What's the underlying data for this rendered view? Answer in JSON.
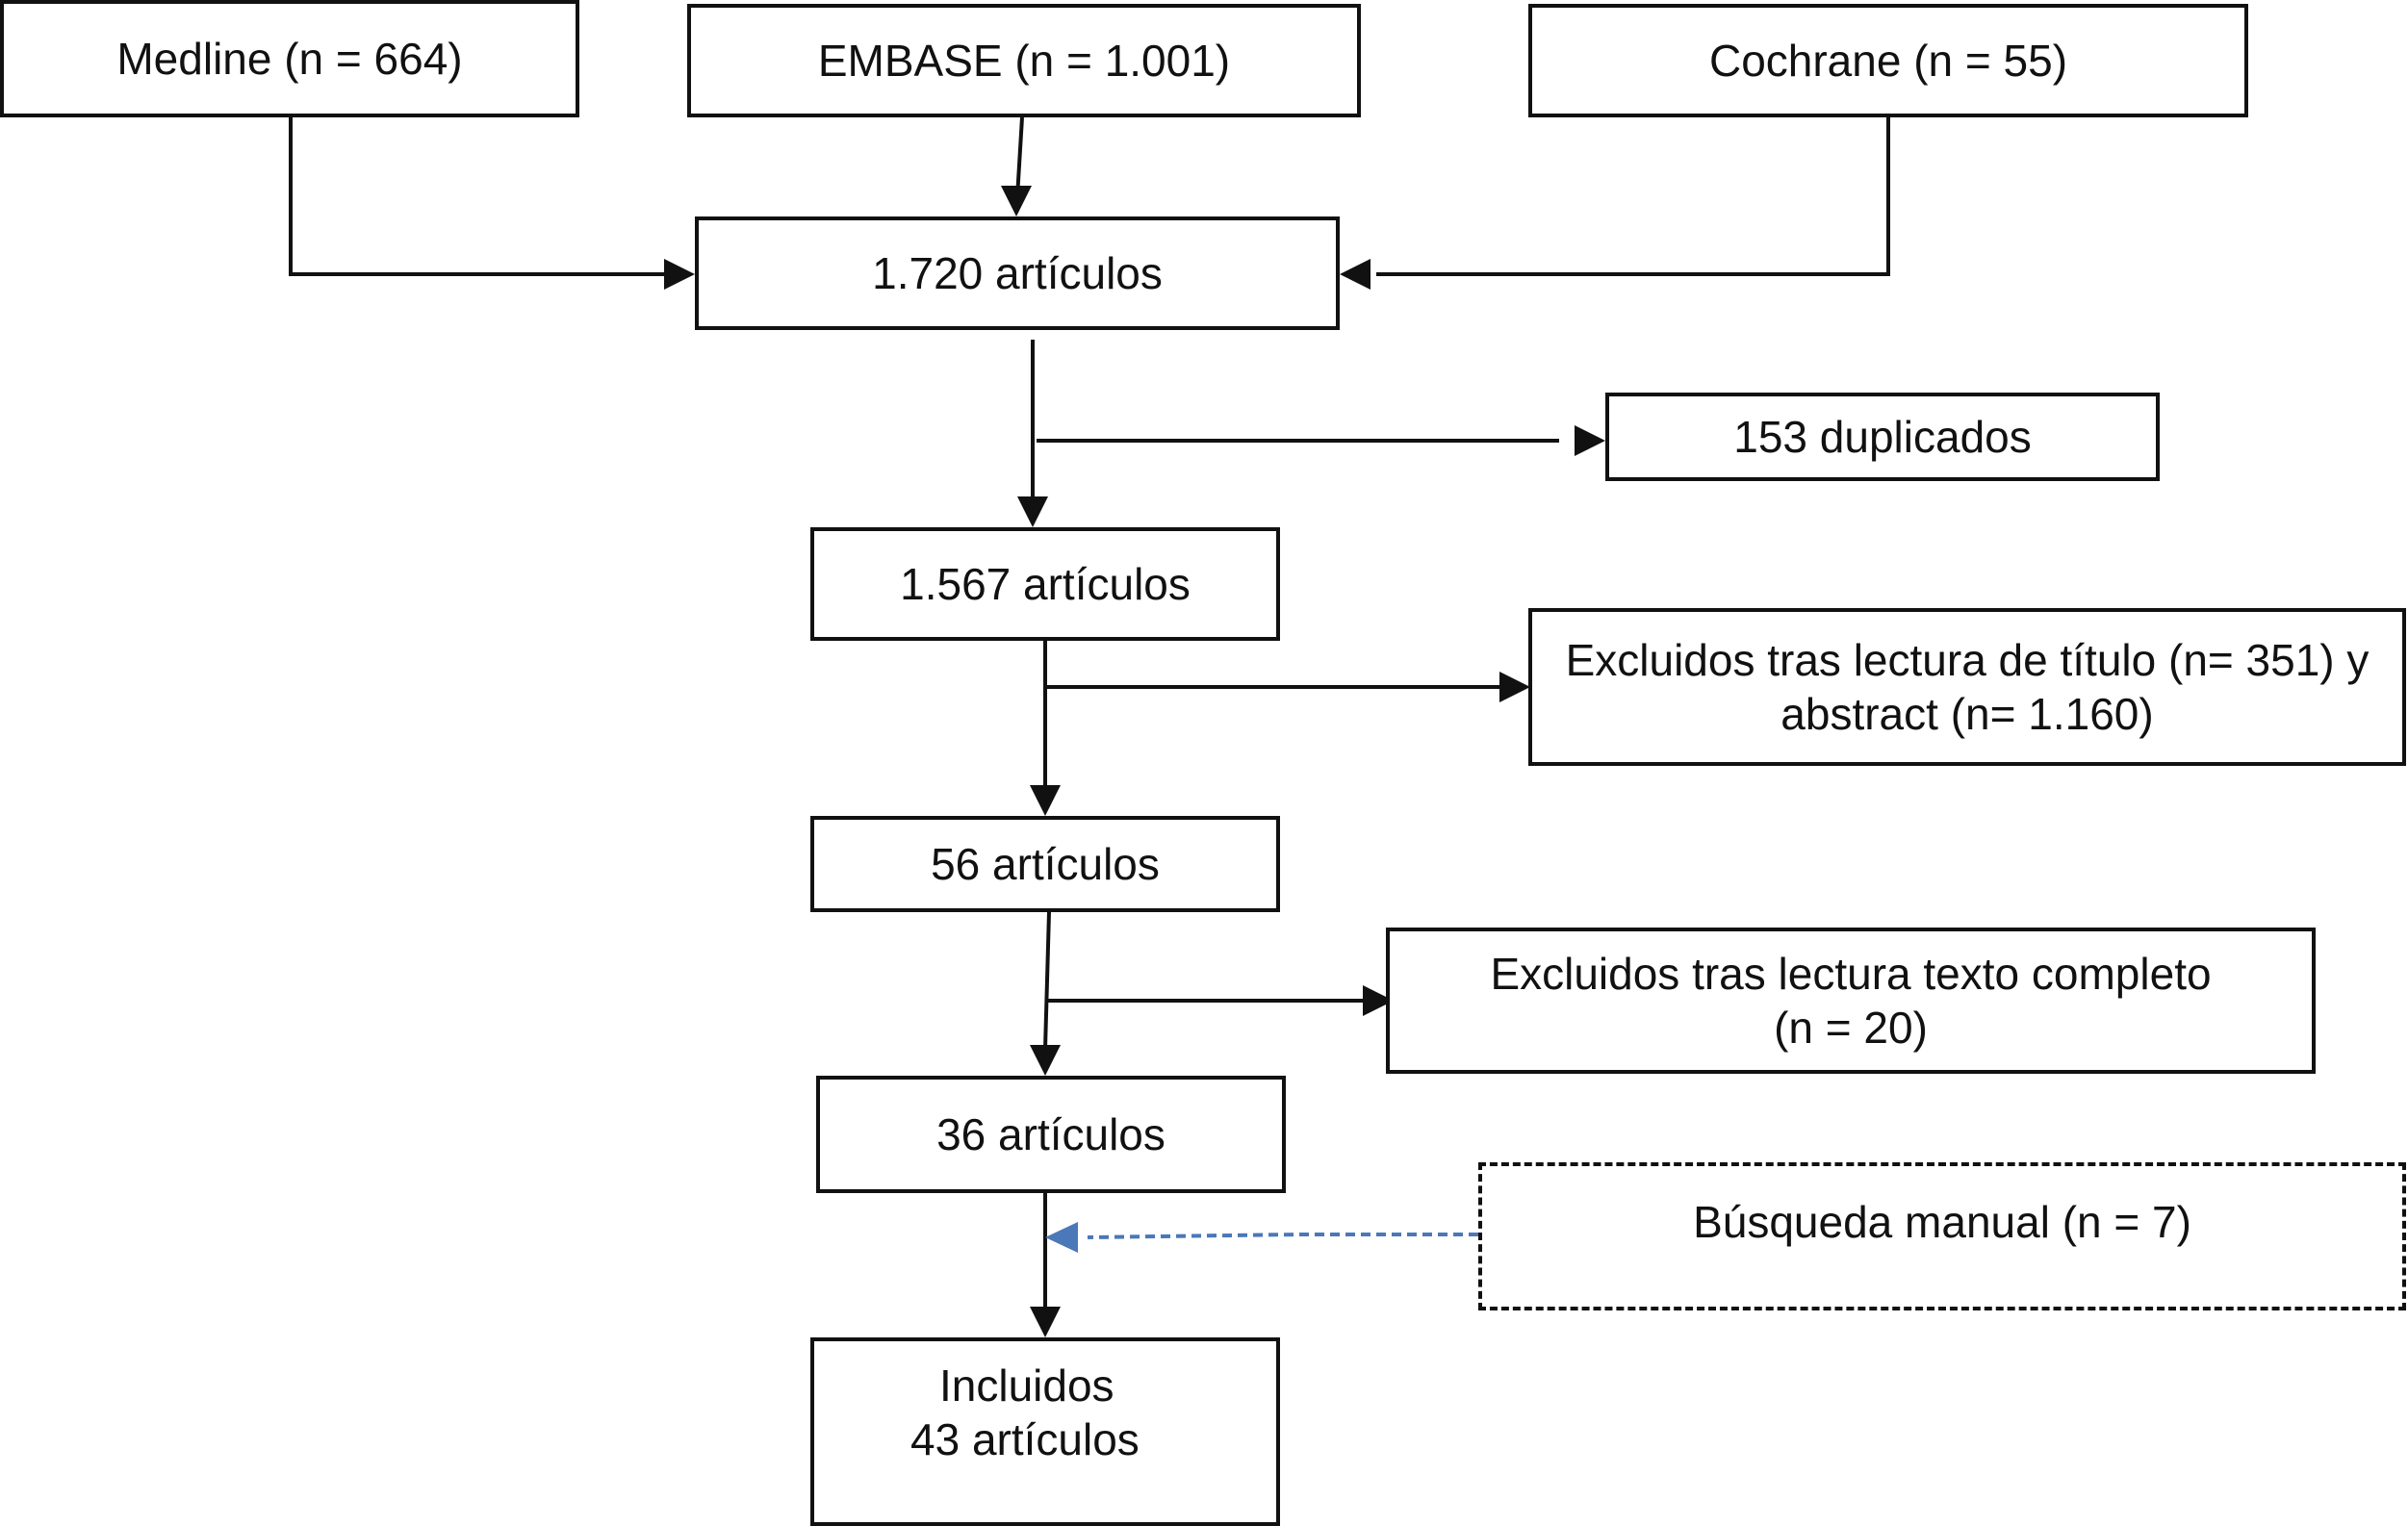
{
  "sources": {
    "medline": "Medline (n = 664)",
    "embase": "EMBASE (n = 1.001)",
    "cochrane": "Cochrane (n = 55)"
  },
  "steps": {
    "total": "1.720 artículos",
    "duplicates": "153 duplicados",
    "after_duplicates": "1.567 artículos",
    "excluded_title_abstract": [
      "Excluidos tras lectura de título (n= 351) y",
      "abstract (n= 1.160)"
    ],
    "after_title_abstract": "56 artículos",
    "excluded_fulltext": [
      "Excluidos tras lectura texto completo",
      "(n = 20)"
    ],
    "after_fulltext": "36 artículos",
    "manual_search": "Búsqueda manual (n = 7)",
    "included": [
      "Incluidos",
      "43 artículos"
    ]
  },
  "colors": {
    "line": "#111111",
    "dashed_arrow": "#4a78b8"
  }
}
